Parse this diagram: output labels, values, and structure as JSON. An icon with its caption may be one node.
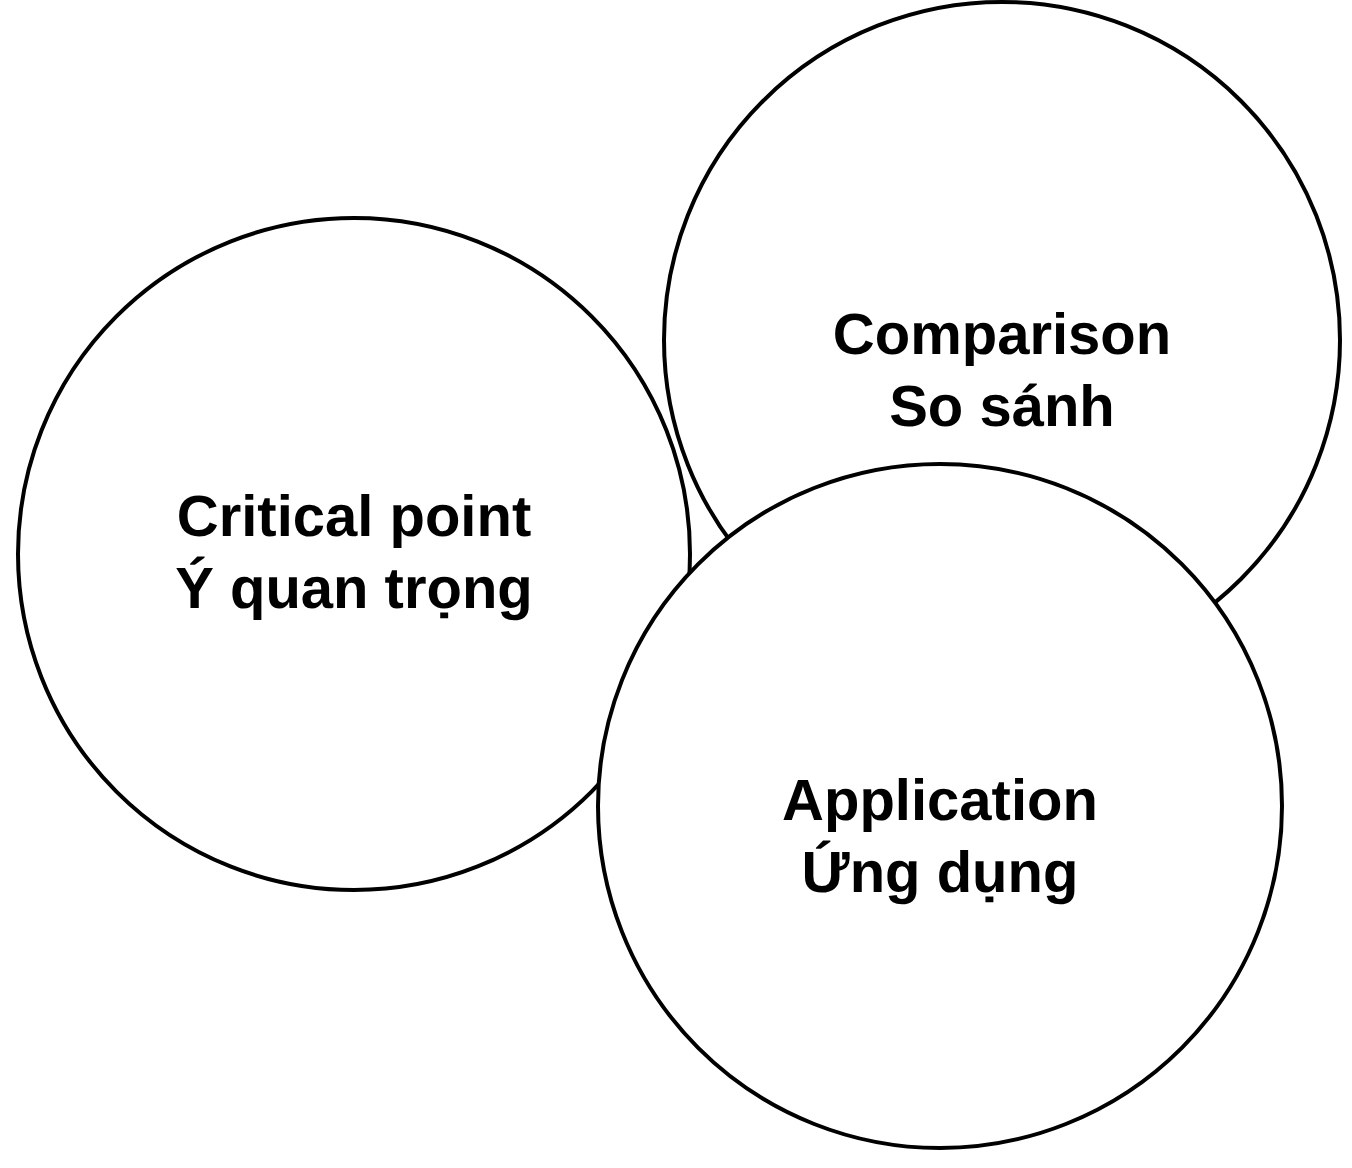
{
  "diagram": {
    "nodes": [
      {
        "text": [
          "Critical point",
          "Ý quan trọng"
        ]
      },
      {
        "text": [
          "Comparison",
          "So sánh"
        ]
      },
      {
        "text": [
          "Application",
          "Ứng dụng"
        ]
      }
    ]
  }
}
